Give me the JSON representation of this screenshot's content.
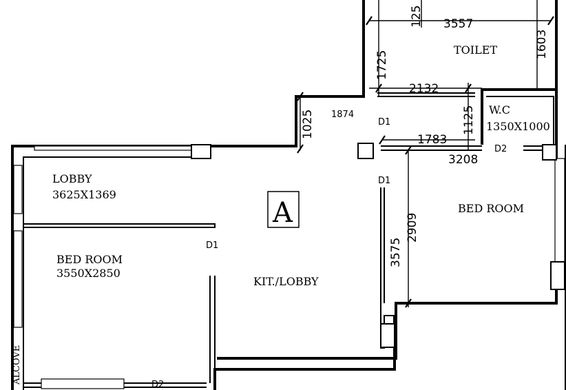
{
  "plan": {
    "unit_tag": "A",
    "rooms": {
      "toilet": "TOILET",
      "wc_name": "W.C",
      "wc_size": "1350X1000",
      "lobby_name": "LOBBY",
      "lobby_size": "3625X1369",
      "bed_left_name": "BED ROOM",
      "bed_left_size": "3550X2850",
      "kit_lobby": "KIT./LOBBY",
      "bed_right_name": "BED ROOM",
      "alcove": "ALCOVE"
    },
    "doors": {
      "d1_top": "D1",
      "d1_right": "D1",
      "d1_left": "D1",
      "d2_wc": "D2",
      "d2_bottom": "D2"
    },
    "dimensions": {
      "d125": "125",
      "d3557": "3557",
      "d1603": "1603",
      "d1725": "1725",
      "d2132": "2132",
      "d1125": "1125",
      "d1874": "1874",
      "d1025": "1025",
      "d1783": "1783",
      "d3208": "3208",
      "d2909": "2909",
      "d3575": "3575"
    }
  }
}
